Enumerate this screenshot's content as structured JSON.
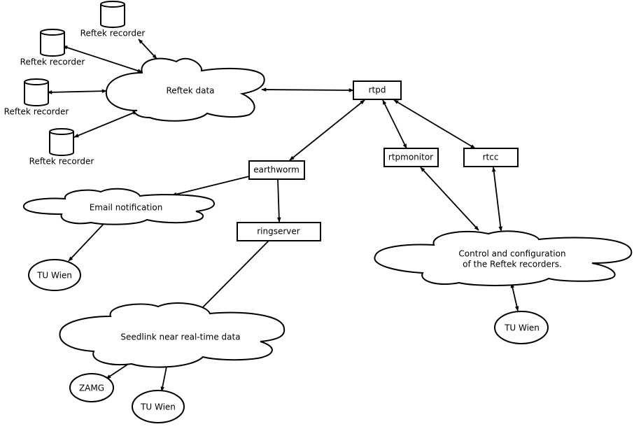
{
  "nodes": {
    "recorder_1": "Reftek recorder",
    "recorder_2": "Reftek recorder",
    "recorder_3": "Reftek recorder",
    "recorder_4": "Reftek recorder",
    "reftek_data": "Reftek data",
    "rtpd": "rtpd",
    "earthworm": "earthworm",
    "rtpmonitor": "rtpmonitor",
    "rtcc": "rtcc",
    "email_notification": "Email notification",
    "ringserver": "ringserver",
    "control_line1": "Control and configuration",
    "control_line2": "of the Reftek recorders.",
    "tuwien_email": "TU Wien",
    "tuwien_control": "TU Wien",
    "seedlink": "Seedlink near real-time data",
    "zamg": "ZAMG",
    "tuwien_seedlink": "TU Wien"
  }
}
